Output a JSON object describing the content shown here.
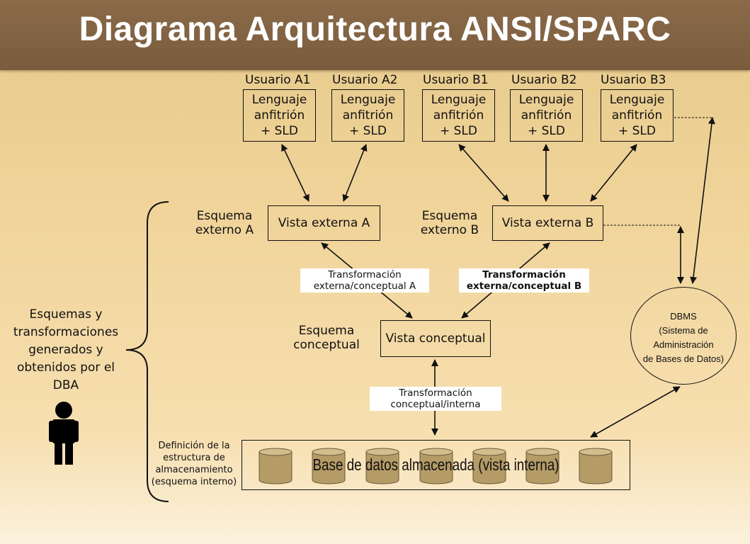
{
  "title": "Diagrama Arquitectura ANSI/SPARC",
  "users": [
    {
      "label": "Usuario A1",
      "box_lines": [
        "Lenguaje",
        "anfitrión",
        "+ SLD"
      ]
    },
    {
      "label": "Usuario A2",
      "box_lines": [
        "Lenguaje",
        "anfitrión",
        "+ SLD"
      ]
    },
    {
      "label": "Usuario B1",
      "box_lines": [
        "Lenguaje",
        "anfitrión",
        "+ SLD"
      ]
    },
    {
      "label": "Usuario B2",
      "box_lines": [
        "Lenguaje",
        "anfitrión",
        "+ SLD"
      ]
    },
    {
      "label": "Usuario B3",
      "box_lines": [
        "Lenguaje",
        "anfitrión",
        "+ SLD"
      ]
    }
  ],
  "external_a": {
    "schema_lines": [
      "Esquema",
      "externo A"
    ],
    "view": "Vista externa A"
  },
  "external_b": {
    "schema_lines": [
      "Esquema",
      "externo B"
    ],
    "view": "Vista externa B"
  },
  "transform_ext_a": [
    "Transformación",
    "externa/conceptual A"
  ],
  "transform_ext_b": [
    "Transformación",
    "externa/conceptual B"
  ],
  "conceptual": {
    "schema_lines": [
      "Esquema",
      "conceptual"
    ],
    "view": "Vista conceptual"
  },
  "transform_int": [
    "Transformación",
    "conceptual/interna"
  ],
  "dba_text": [
    "Esquemas y",
    "transformaciones",
    "generados y",
    "obtenidos por el",
    "DBA"
  ],
  "dbms": [
    "DBMS",
    "(Sistema de Administración",
    "de Bases de Datos)"
  ],
  "storage_def": [
    "Definición de la",
    "estructura de",
    "almacenamiento",
    "(esquema interno)"
  ],
  "storage_label": "Base de datos almacenada (vista interna)",
  "colors": {
    "title_bar": "#7a5c3e",
    "background": "#f0d49a",
    "cylinder": "#b8a06a"
  }
}
